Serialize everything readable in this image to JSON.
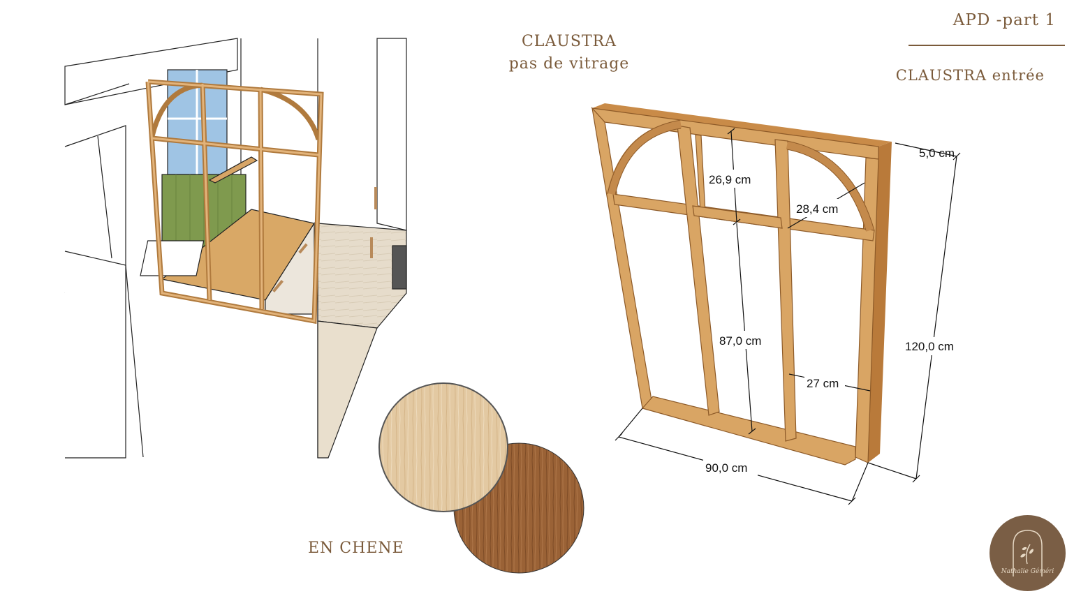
{
  "header": {
    "title": "APD -part 1",
    "subtitle": "CLAUSTRA entrée"
  },
  "labels": {
    "claustra_line1": "CLAUSTRA",
    "claustra_line2": "pas de vitrage",
    "material": "EN CHENE"
  },
  "dimensions": {
    "frame_thickness": "5,0 cm",
    "top_panel_height": "26,9 cm",
    "arch_radius": "28,4 cm",
    "lower_panel_height": "87,0 cm",
    "total_height": "120,0 cm",
    "panel_width": "27 cm",
    "total_width": "90,0 cm"
  },
  "logo": {
    "signature": "Nathalie Géméri"
  },
  "colors": {
    "accent_text": "#7a5a3a",
    "oak_light": "#e3c9a2",
    "oak_dark": "#9a6236",
    "frame_wood": "#d29b5a",
    "logo_bg": "#7a5e45"
  }
}
